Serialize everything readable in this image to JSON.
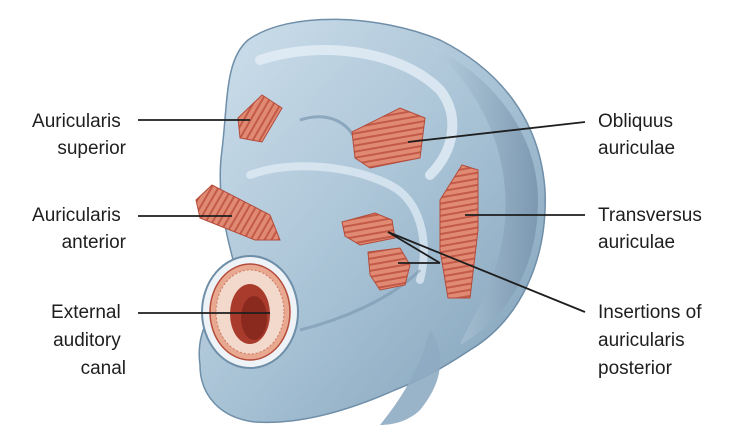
{
  "labels": {
    "auricularis_superior": [
      "Auricularis",
      "superior"
    ],
    "auricularis_anterior": [
      "Auricularis",
      "anterior"
    ],
    "external_auditory_canal": [
      "External",
      "auditory",
      "canal"
    ],
    "obliquus_auriculae": [
      "Obliquus",
      "auriculae"
    ],
    "transversus_auriculae": [
      "Transversus",
      "auriculae"
    ],
    "insertions_auricularis_posterior": [
      "Insertions of",
      "auricularis",
      "posterior"
    ]
  },
  "colors": {
    "ear_fill": "#a9c3d6",
    "ear_shadow": "#7f9fb7",
    "ear_highlight": "#dbe8f1",
    "muscle": "#d9735f",
    "muscle_dark": "#b44b3b",
    "leader_line": "#1e1e1e"
  }
}
